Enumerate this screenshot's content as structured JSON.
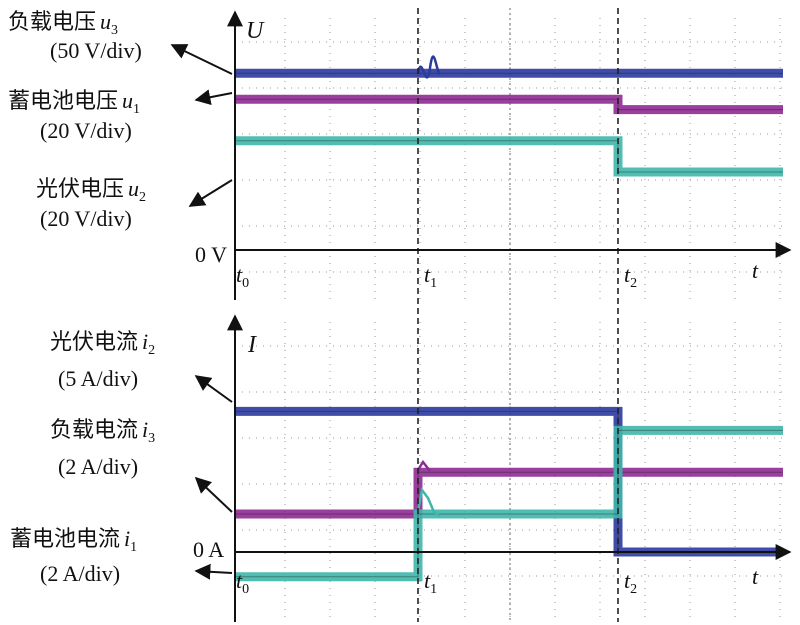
{
  "panels": [
    {
      "axis_symbol": "U",
      "zero_label": "0 V",
      "channels": [
        {
          "name_cn": "负载电压",
          "sym": "u",
          "sub": "3",
          "scale": "(50 V/div)",
          "color": "#2b3a9e"
        },
        {
          "name_cn": "蓄电池电压",
          "sym": "u",
          "sub": "1",
          "scale": "(20 V/div)",
          "color": "#8e2a93"
        },
        {
          "name_cn": "光伏电压",
          "sym": "u",
          "sub": "2",
          "scale": "(20 V/div)",
          "color": "#3fb6ab"
        }
      ]
    },
    {
      "axis_symbol": "I",
      "zero_label": "0 A",
      "channels": [
        {
          "name_cn": "光伏电流",
          "sym": "i",
          "sub": "2",
          "scale": "(5 A/div)",
          "color": "#2b3a9e"
        },
        {
          "name_cn": "负载电流",
          "sym": "i",
          "sub": "3",
          "scale": "(2 A/div)",
          "color": "#8e2a93"
        },
        {
          "name_cn": "蓄电池电流",
          "sym": "i",
          "sub": "1",
          "scale": "(2 A/div)",
          "color": "#3fb6ab"
        }
      ]
    }
  ],
  "time_axis": {
    "symbol": "t",
    "markers": [
      {
        "t": "t",
        "sub": "0"
      },
      {
        "t": "t",
        "sub": "1"
      },
      {
        "t": "t",
        "sub": "2"
      }
    ]
  },
  "chart_data": [
    {
      "type": "line",
      "y_axis": "U",
      "x": [
        0,
        1,
        1,
        2,
        2,
        3
      ],
      "x_tick_labels": [
        "t0",
        "t1",
        "t2"
      ],
      "series": [
        {
          "name": "负载电压 u3",
          "values": [
            0.68,
            0.68,
            0.68,
            0.68,
            0.68,
            0.68
          ],
          "color": "#2b3a9e"
        },
        {
          "name": "蓄电池电压 u1",
          "values": [
            0.58,
            0.58,
            0.58,
            0.58,
            0.54,
            0.54
          ],
          "color": "#8e2a93"
        },
        {
          "name": "光伏电压 u2",
          "values": [
            0.42,
            0.42,
            0.42,
            0.42,
            0.3,
            0.3
          ],
          "color": "#3fb6ab"
        }
      ]
    },
    {
      "type": "line",
      "y_axis": "I",
      "x": [
        0,
        1,
        1,
        2,
        2,
        3
      ],
      "x_tick_labels": [
        "t0",
        "t1",
        "t2"
      ],
      "series": [
        {
          "name": "光伏电流 i2",
          "values": [
            0.74,
            0.74,
            0.74,
            0.74,
            0.0,
            0.0
          ],
          "color": "#2b3a9e"
        },
        {
          "name": "负载电流 i3",
          "values": [
            0.2,
            0.2,
            0.42,
            0.42,
            0.42,
            0.42
          ],
          "color": "#8e2a93"
        },
        {
          "name": "蓄电池电流 i1",
          "values": [
            -0.13,
            -0.13,
            0.2,
            0.2,
            0.64,
            0.64
          ],
          "color": "#3fb6ab"
        }
      ]
    }
  ]
}
